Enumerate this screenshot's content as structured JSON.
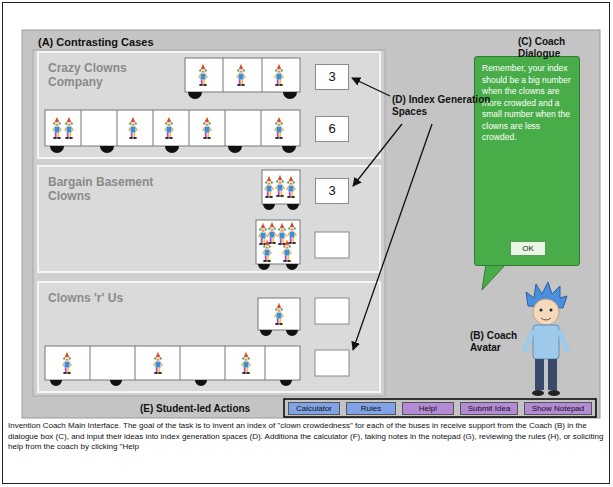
{
  "diagram": {
    "caption": "Invention Coach Main Interface. The goal of the task is to invent an index of \"clown crowdedness\" for each of the buses in receive support from the Coach (B) in the dialogue box (C), and input their ideas into index generation spaces (D). Additiona the calculator (F), taking notes in the notepad (G), reviewing the rules (H), or soliciting help from the coach by clicking \"Help",
    "nodes": [
      {
        "text": [
          "Crazy Clowns Company"
        ]
      },
      {
        "text": [
          "3"
        ],
        "in": 0
      },
      {
        "text": [
          "6"
        ],
        "in": 0
      },
      {
        "text": [
          "Bargain Basement Clowns"
        ]
      },
      {
        "text": [
          "3"
        ],
        "in": 3
      },
      {
        "text": [
          "Clowns 'r' Us"
        ]
      },
      {
        "text": [
          "Remember, your index should be a big number when the clowns are more crowded and a small number when the clowns are less crowded."
        ]
      },
      {
        "text": [
          "OK"
        ],
        "in": 6
      },
      {
        "text": [
          "Calculator"
        ]
      },
      {
        "text": [
          "Rules"
        ]
      },
      {
        "text": [
          "Help!"
        ]
      },
      {
        "text": [
          "Submit Idea"
        ]
      },
      {
        "text": [
          "Show Notepad"
        ]
      }
    ],
    "labels": [
      "(A) Contrasting Cases",
      "(C) Coach Dialogue",
      "(D) Index Generation Spaces",
      "(B) Coach Avatar",
      "(E) Student-led Actions"
    ]
  }
}
